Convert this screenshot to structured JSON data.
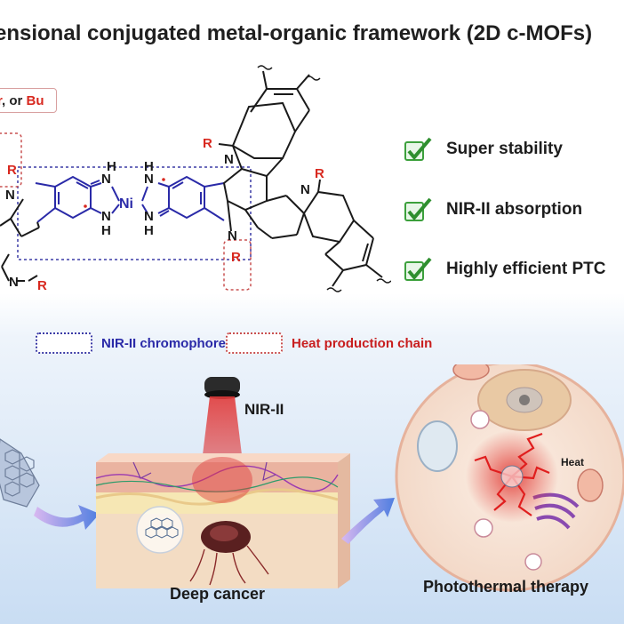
{
  "title": "ensional conjugated metal-organic framework (2D c-MOFs)",
  "substituent_box": {
    "part1": "r",
    "sep": ", or ",
    "part2": "Bu"
  },
  "molecule": {
    "r_label": "R",
    "n_label": "N",
    "h_label": "H",
    "metal": "Ni"
  },
  "features": [
    {
      "icon": "check-icon",
      "label": "Super stability"
    },
    {
      "icon": "check-icon",
      "label": "NIR-II absorption"
    },
    {
      "icon": "check-icon",
      "label": "Highly efficient PTC"
    }
  ],
  "legend": [
    {
      "label": "NIR-II chromophore",
      "color": "#2a2aa8"
    },
    {
      "label": "Heat production chain",
      "color": "#c81e1e"
    }
  ],
  "laser_label": "NIR-II",
  "deep_cancer_label": "Deep cancer",
  "photothermal_label": "Photothermal therapy",
  "heat_label": "Heat",
  "colors": {
    "accent_red": "#d8281f",
    "chromophore_blue": "#2a2aa8",
    "check_green": "#3ca03c"
  }
}
